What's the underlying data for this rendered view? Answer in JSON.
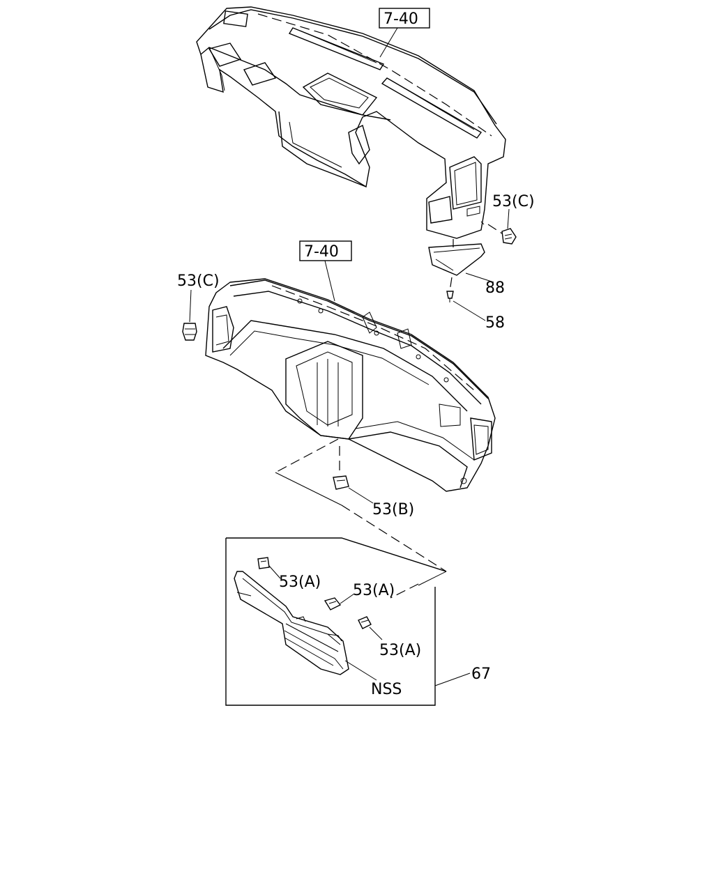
{
  "labels": {
    "ref_top": "7-40",
    "ref_middle": "7-40",
    "p53c_right": "53(C)",
    "p53c_left": "53(C)",
    "p88": "88",
    "p58": "58",
    "p53b": "53(B)",
    "p53a_1": "53(A)",
    "p53a_2": "53(A)",
    "p53a_3": "53(A)",
    "p67": "67",
    "nss": "NSS"
  }
}
